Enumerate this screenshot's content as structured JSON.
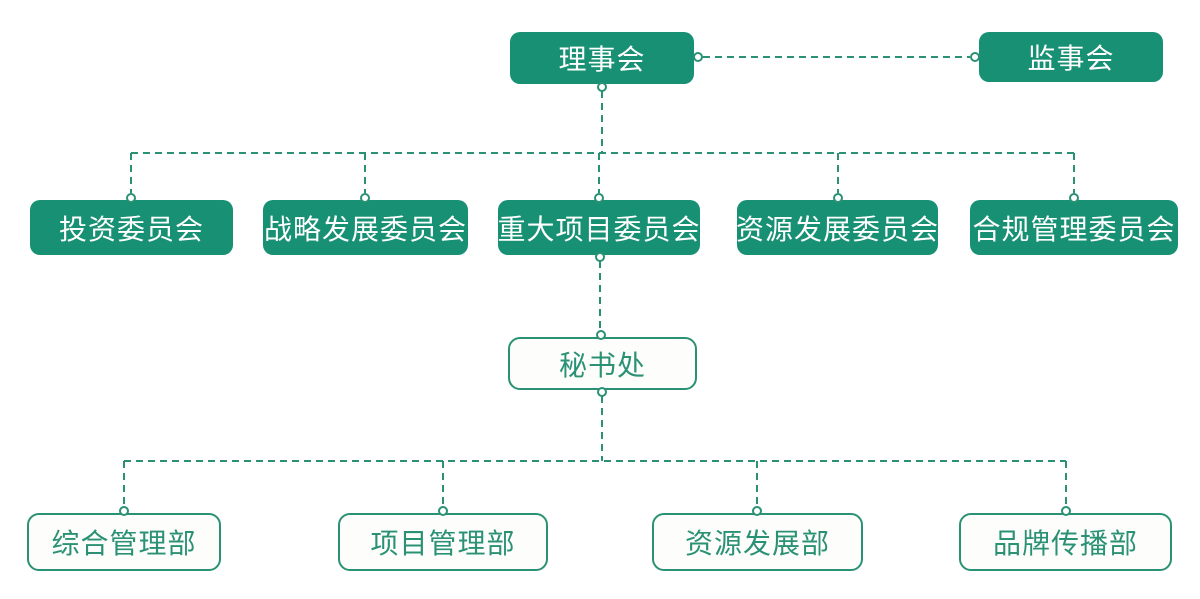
{
  "diagram": {
    "type": "org-chart",
    "background_color": "#ffffff",
    "colors": {
      "primary_fill": "#189074",
      "primary_text": "#ffffff",
      "outline_border": "#2B9174",
      "outline_fill": "#FDFEFC",
      "outline_text": "#2B9174",
      "connector": "#2B9174",
      "connector_style": "dashed"
    },
    "nodes": {
      "board": {
        "label": "理事会",
        "style": "filled"
      },
      "supervisory": {
        "label": "监事会",
        "style": "filled"
      },
      "committees": [
        {
          "label": "投资委员会",
          "style": "filled"
        },
        {
          "label": "战略发展委员会",
          "style": "filled"
        },
        {
          "label": "重大项目委员会",
          "style": "filled"
        },
        {
          "label": "资源发展委员会",
          "style": "filled"
        },
        {
          "label": "合规管理委员会",
          "style": "filled"
        }
      ],
      "secretariat": {
        "label": "秘书处",
        "style": "outline"
      },
      "departments": [
        {
          "label": "综合管理部",
          "style": "outline"
        },
        {
          "label": "项目管理部",
          "style": "outline"
        },
        {
          "label": "资源发展部",
          "style": "outline"
        },
        {
          "label": "品牌传播部",
          "style": "outline"
        }
      ]
    },
    "edges": [
      {
        "from": "理事会",
        "to": "监事会",
        "style": "dashed",
        "endpoints": "circles"
      },
      {
        "from": "理事会",
        "to": "投资委员会",
        "style": "dashed",
        "endpoints": "circles"
      },
      {
        "from": "理事会",
        "to": "战略发展委员会",
        "style": "dashed",
        "endpoints": "circles"
      },
      {
        "from": "理事会",
        "to": "重大项目委员会",
        "style": "dashed",
        "endpoints": "circles"
      },
      {
        "from": "理事会",
        "to": "资源发展委员会",
        "style": "dashed",
        "endpoints": "circles"
      },
      {
        "from": "理事会",
        "to": "合规管理委员会",
        "style": "dashed",
        "endpoints": "circles"
      },
      {
        "from": "重大项目委员会",
        "to": "秘书处",
        "style": "dashed",
        "endpoints": "circles"
      },
      {
        "from": "秘书处",
        "to": "综合管理部",
        "style": "dashed",
        "endpoints": "circles"
      },
      {
        "from": "秘书处",
        "to": "项目管理部",
        "style": "dashed",
        "endpoints": "circles"
      },
      {
        "from": "秘书处",
        "to": "资源发展部",
        "style": "dashed",
        "endpoints": "circles"
      },
      {
        "from": "秘书处",
        "to": "品牌传播部",
        "style": "dashed",
        "endpoints": "circles"
      }
    ]
  }
}
